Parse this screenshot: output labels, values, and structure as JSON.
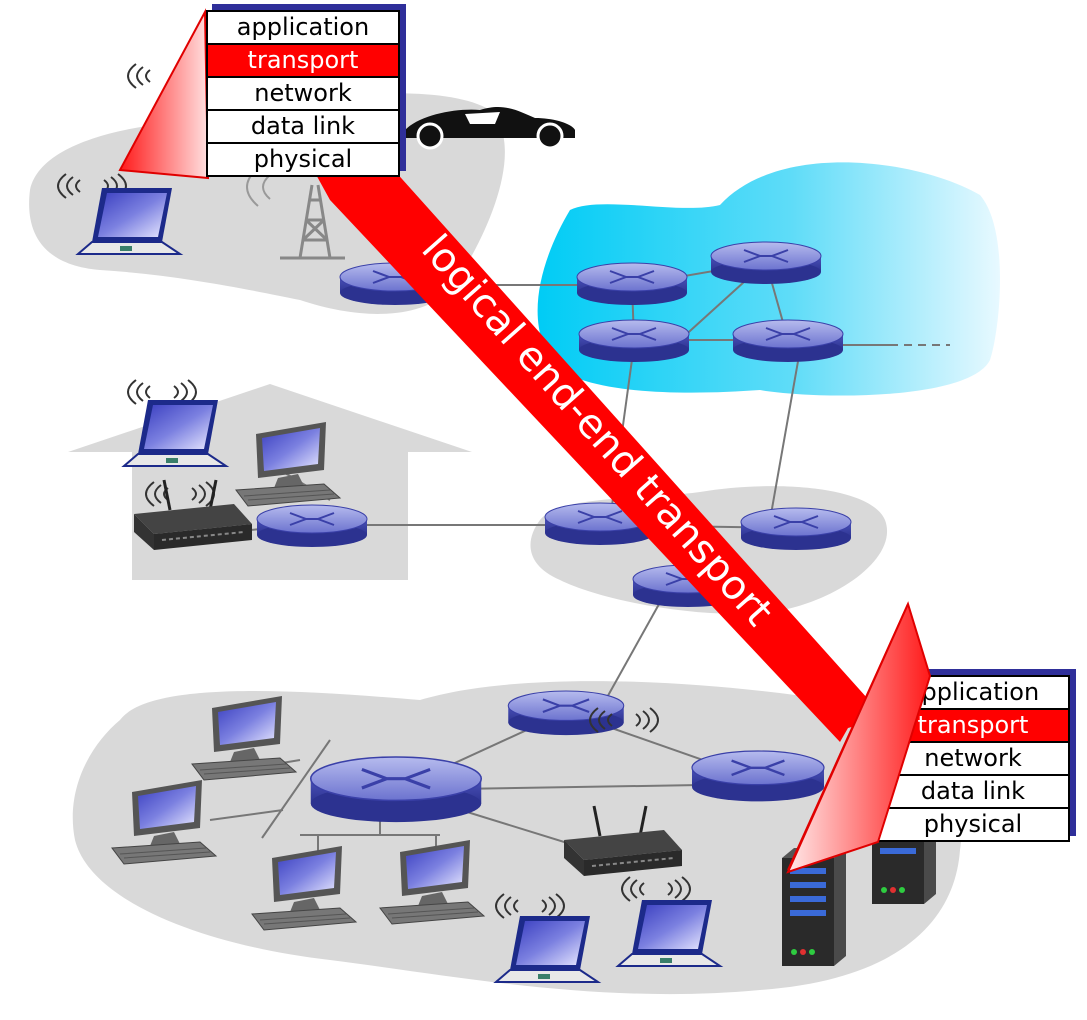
{
  "arrow_label": "logical end-end transport",
  "top_stack": {
    "layers": [
      {
        "label": "application",
        "highlighted": false
      },
      {
        "label": "transport",
        "highlighted": true
      },
      {
        "label": "network",
        "highlighted": false
      },
      {
        "label": "data link",
        "highlighted": false
      },
      {
        "label": "physical",
        "highlighted": false
      }
    ]
  },
  "bottom_stack": {
    "layers": [
      {
        "label": "application",
        "highlighted": false
      },
      {
        "label": "transport",
        "highlighted": true
      },
      {
        "label": "network",
        "highlighted": false
      },
      {
        "label": "data link",
        "highlighted": false
      },
      {
        "label": "physical",
        "highlighted": false
      }
    ]
  },
  "colors": {
    "arrow": "#ff0000",
    "highlight": "#ff0000",
    "cloud_gray": "#d9d9d9",
    "isp_cloud": "#22d3f5",
    "router": "#5b63c4",
    "stack_shadow": "#2f2f9a"
  }
}
